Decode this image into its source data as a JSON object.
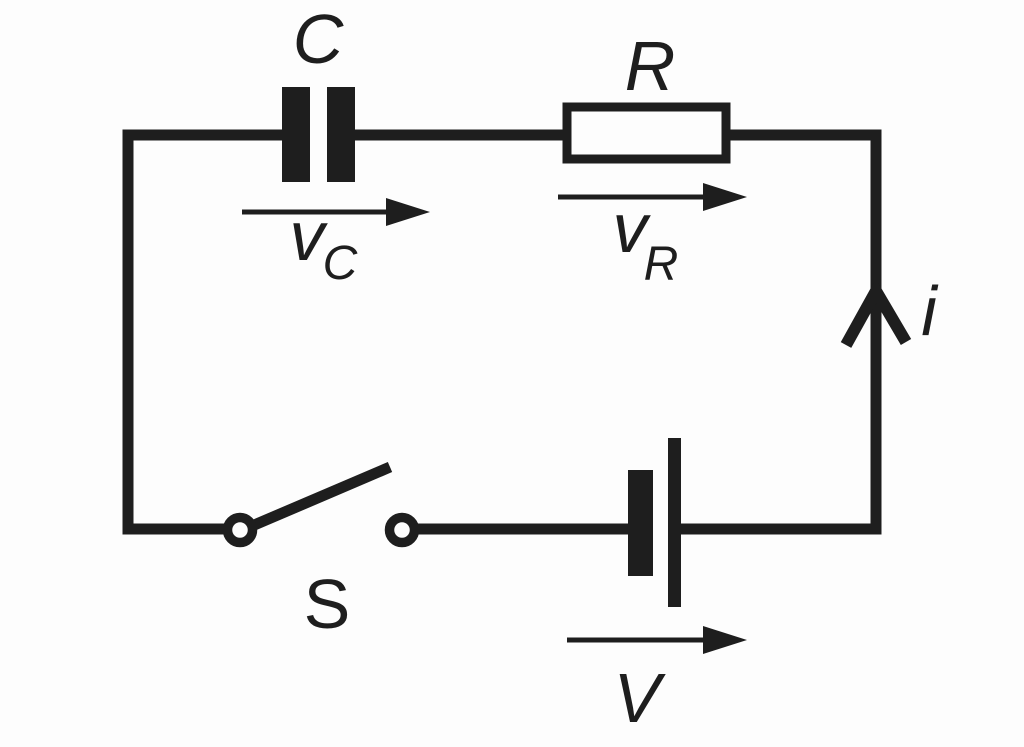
{
  "diagram": {
    "kind": "circuit-schematic",
    "labels": {
      "capacitor": "C",
      "resistor": "R",
      "switch": "S",
      "source": "V",
      "current": "i",
      "cap_voltage": {
        "main": "v",
        "sub": "C"
      },
      "res_voltage": {
        "main": "v",
        "sub": "R"
      }
    },
    "colors": {
      "ink": "#1e1e1e",
      "paper": "#fdfdfd"
    }
  }
}
